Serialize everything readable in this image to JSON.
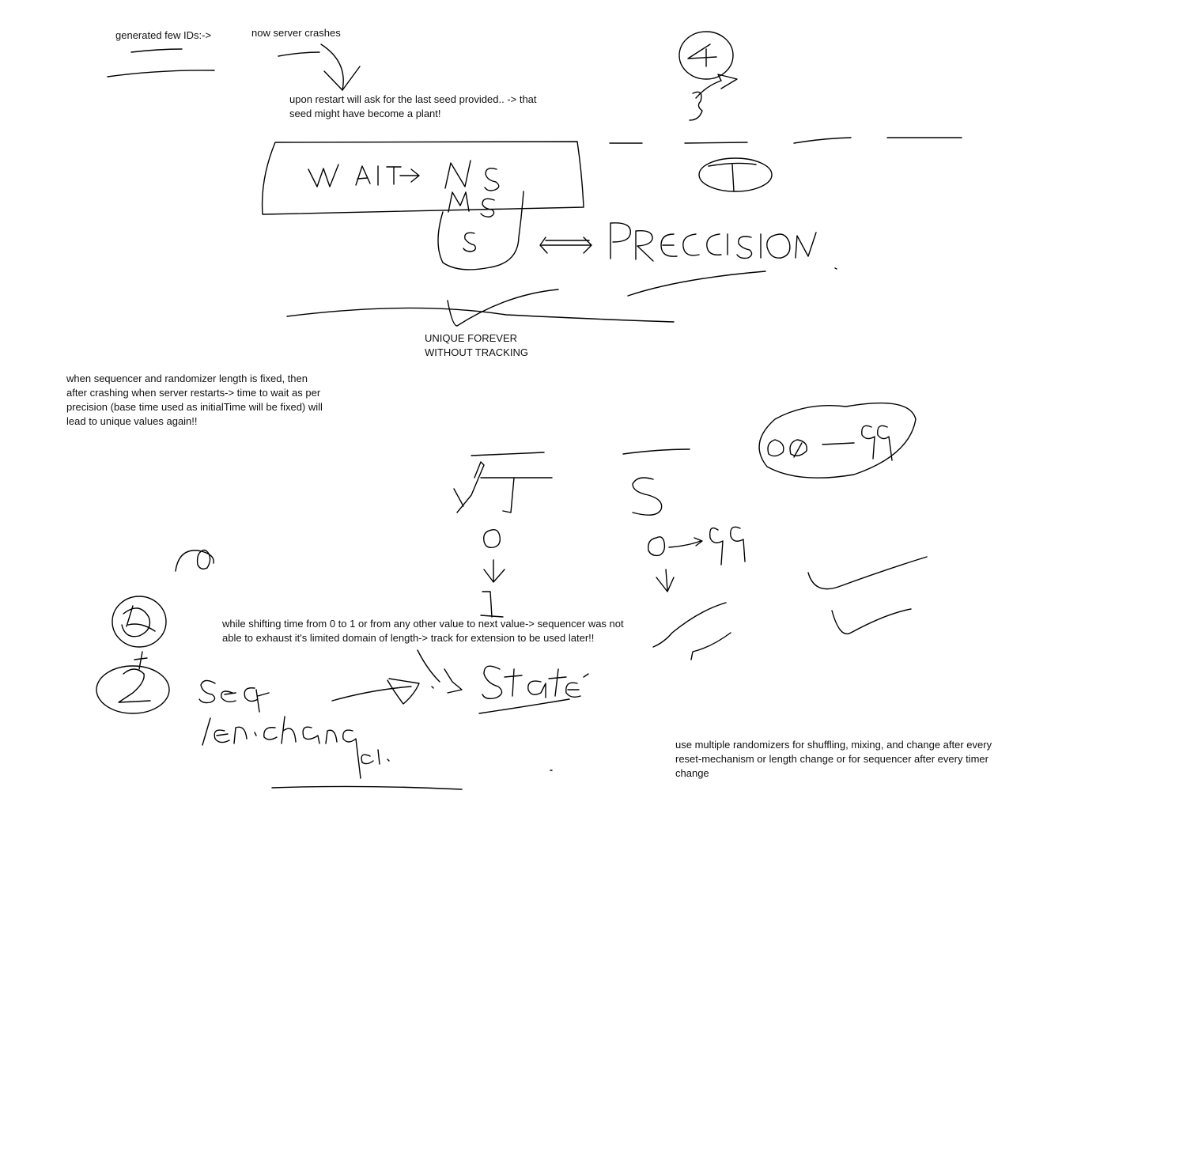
{
  "notes": {
    "generated_ids": "generated few IDs:->",
    "server_crashes": "now server crashes",
    "restart_seed": "upon restart will ask for the last seed provided.. -> that\nseed might have become a plant!",
    "unique_forever": "UNIQUE FOREVER\nWITHOUT TRACKING",
    "fixed_length": "when sequencer and randomizer length is fixed, then\nafter crashing when server restarts-> time to wait as per\nprecision (base time used as initialTime will be fixed) will\nlead to unique values again!!",
    "shifting_time": "while shifting time from 0 to 1 or from any other value to next value-> sequencer was not\nable to exhaust it's limited domain of length-> track for extension to be used later!!",
    "multiple_randomizers": "use multiple randomizers for shuffling, mixing, and change after every\nreset-mechanism or length change or for sequencer after every timer\nchange"
  },
  "icons": {
    "handwriting": "freehand-sketch-icon"
  },
  "colors": {
    "background": "#ffffff",
    "ink": "#000000"
  }
}
